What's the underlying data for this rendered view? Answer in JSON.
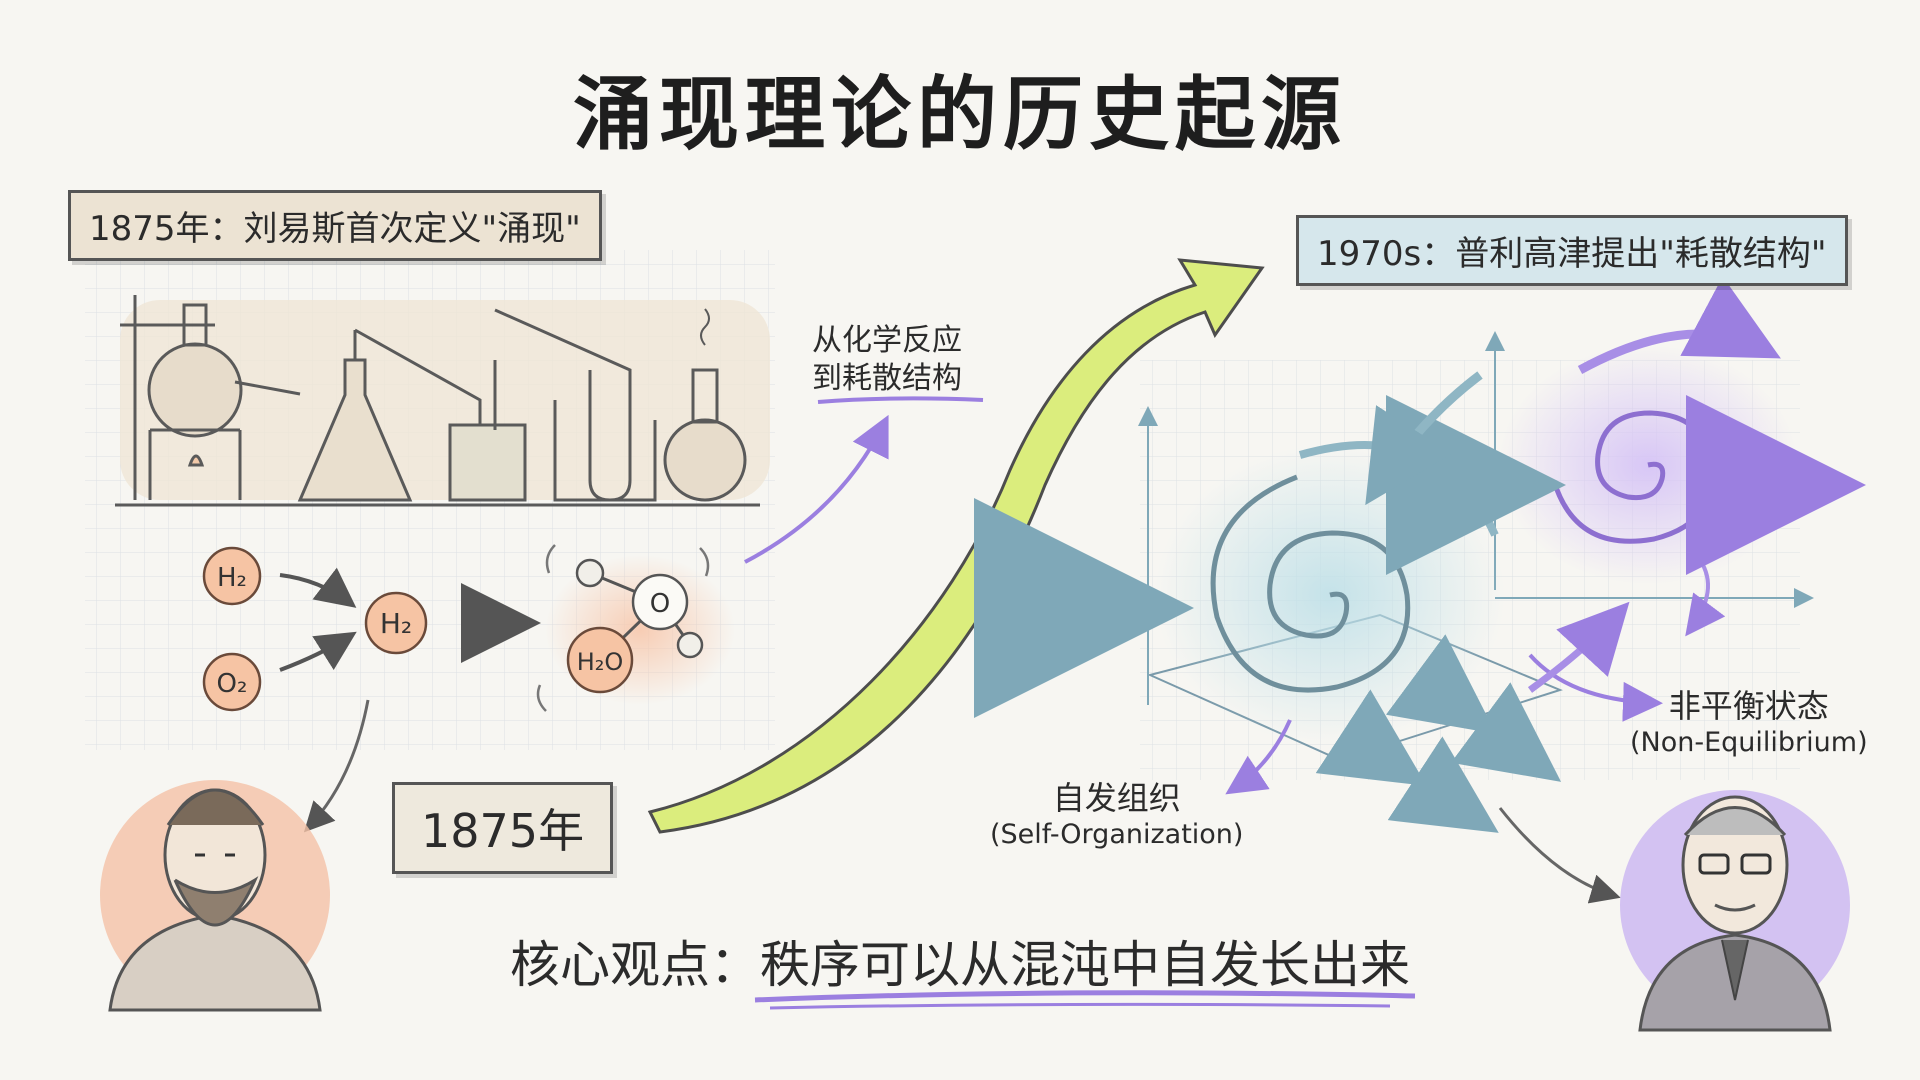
{
  "title": "涌现理论的历史起源",
  "box_1875": "1875年：刘易斯首次定义\"涌现\"",
  "box_1970": "1970s：普利高津提出\"耗散结构\"",
  "year_box": "1875年",
  "middle_note": {
    "line1": "从化学反应",
    "line2": "到耗散结构"
  },
  "self_organization": {
    "zh": "自发组织",
    "en": "(Self-Organization)"
  },
  "non_equilibrium": {
    "zh": "非平衡状态",
    "en": "(Non-Equilibrium)"
  },
  "core_view": {
    "prefix": "核心观点：",
    "statement": "秩序可以从混沌中自发长出来"
  },
  "molecules": {
    "h2_a": "H₂",
    "o2": "O₂",
    "h2_b": "H₂",
    "o": "O",
    "h2o": "H₂O"
  },
  "colors": {
    "accent_purple": "#9b7fe0",
    "arrow_green": "#d9ec7a",
    "atom_fill": "#f6c4a4",
    "spiral_blue": "#a9cfd8",
    "spiral_purple": "#c2a8ee"
  },
  "icons": [
    "lab-glassware-icon",
    "portrait-lewes-icon",
    "portrait-prigogine-icon",
    "vortex-icon"
  ]
}
